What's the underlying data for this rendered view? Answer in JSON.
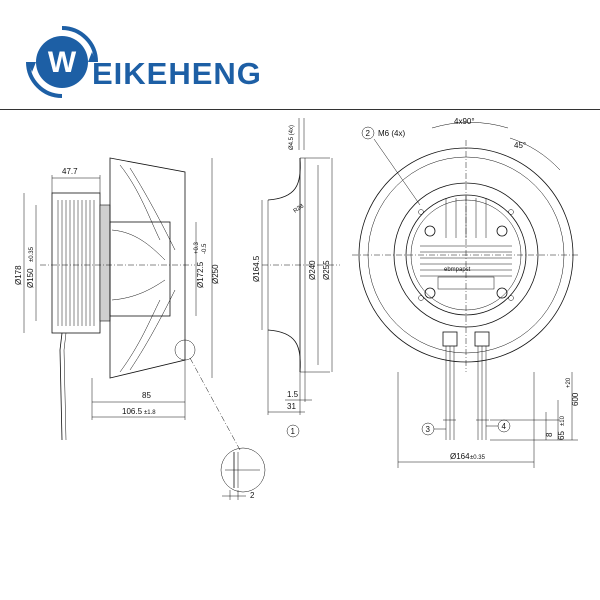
{
  "brand": {
    "logo_name": "weikeheng-logo",
    "name": "EIKEHENG",
    "logo_letter": "W",
    "color": "#1d5fa5"
  },
  "side_view": {
    "dim_47_7": "47.7",
    "dim_178": "Ø178",
    "dim_150": "Ø150",
    "dim_150_tol": "±0.35",
    "dim_172_5": "Ø172.5",
    "dim_172_5_tol_plus": "+0.3",
    "dim_172_5_tol_minus": "-0.5",
    "dim_250": "Ø250",
    "dim_85": "85",
    "dim_106_5": "106.5",
    "dim_106_5_tol": "±1.8",
    "detail_dim_2": "2"
  },
  "section_view": {
    "dim_4_5": "Ø4.5 (4x)",
    "dim_r28": "R28",
    "dim_164_5": "Ø164.5",
    "dim_240": "Ø240",
    "dim_255": "Ø255",
    "dim_1_5": "1.5",
    "dim_31": "31",
    "note_1": "1"
  },
  "front_view": {
    "note_2": "2",
    "m6": "M6 (4x)",
    "angle_4x90": "4x90°",
    "angle_45": "45°",
    "brand_label": "ebmpapst",
    "dim_600": "600",
    "dim_600_tol": "+20",
    "dim_8": "8",
    "dim_65": "65",
    "dim_65_tol": "±10",
    "dim_164": "Ø164",
    "dim_164_tol": "±0.35",
    "note_3": "3",
    "note_4": "4"
  }
}
